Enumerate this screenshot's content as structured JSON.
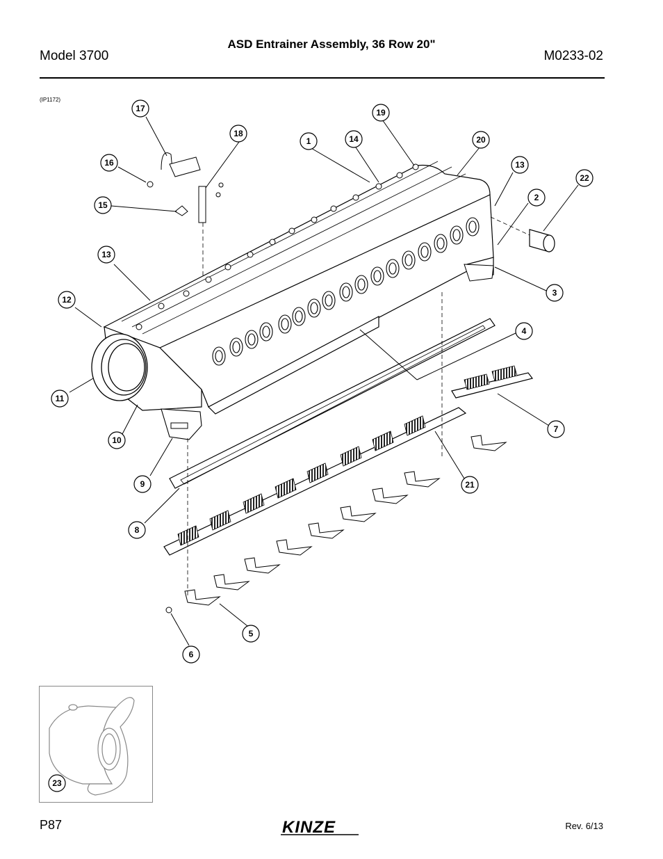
{
  "header": {
    "model": "Model 3700",
    "title": "ASD Entrainer Assembly, 36 Row 20\"",
    "doc_number": "M0233-02"
  },
  "figure": {
    "id": "(IP1172)",
    "callouts": [
      "1",
      "2",
      "3",
      "4",
      "5",
      "6",
      "7",
      "8",
      "9",
      "10",
      "11",
      "12",
      "13",
      "13",
      "14",
      "15",
      "16",
      "17",
      "18",
      "19",
      "20",
      "21",
      "22"
    ],
    "inset_callout": "23"
  },
  "footer": {
    "page": "P87",
    "revision": "Rev. 6/13",
    "logo_text": "KINZE"
  }
}
